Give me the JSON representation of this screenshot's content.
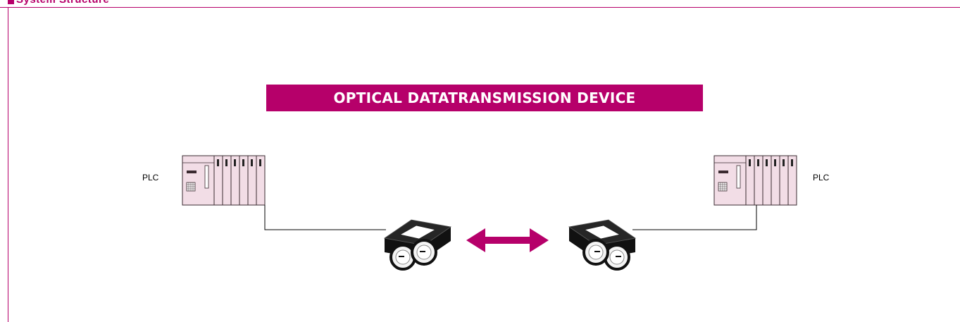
{
  "header": {
    "title": "System Structure",
    "accent_color": "#b6006a"
  },
  "diagram": {
    "banner": "OPTICAL DATATRANSMISSION DEVICE",
    "left_plc_label": "PLC",
    "right_plc_label": "PLC",
    "link": "bidirectional-arrow",
    "icons": [
      "plc-rack-icon",
      "optical-transceiver-icon"
    ],
    "colors": {
      "plc_fill": "#f2dde6",
      "plc_stroke": "#3a2a30",
      "device_body": "#111111",
      "arrow": "#b6006a"
    }
  }
}
